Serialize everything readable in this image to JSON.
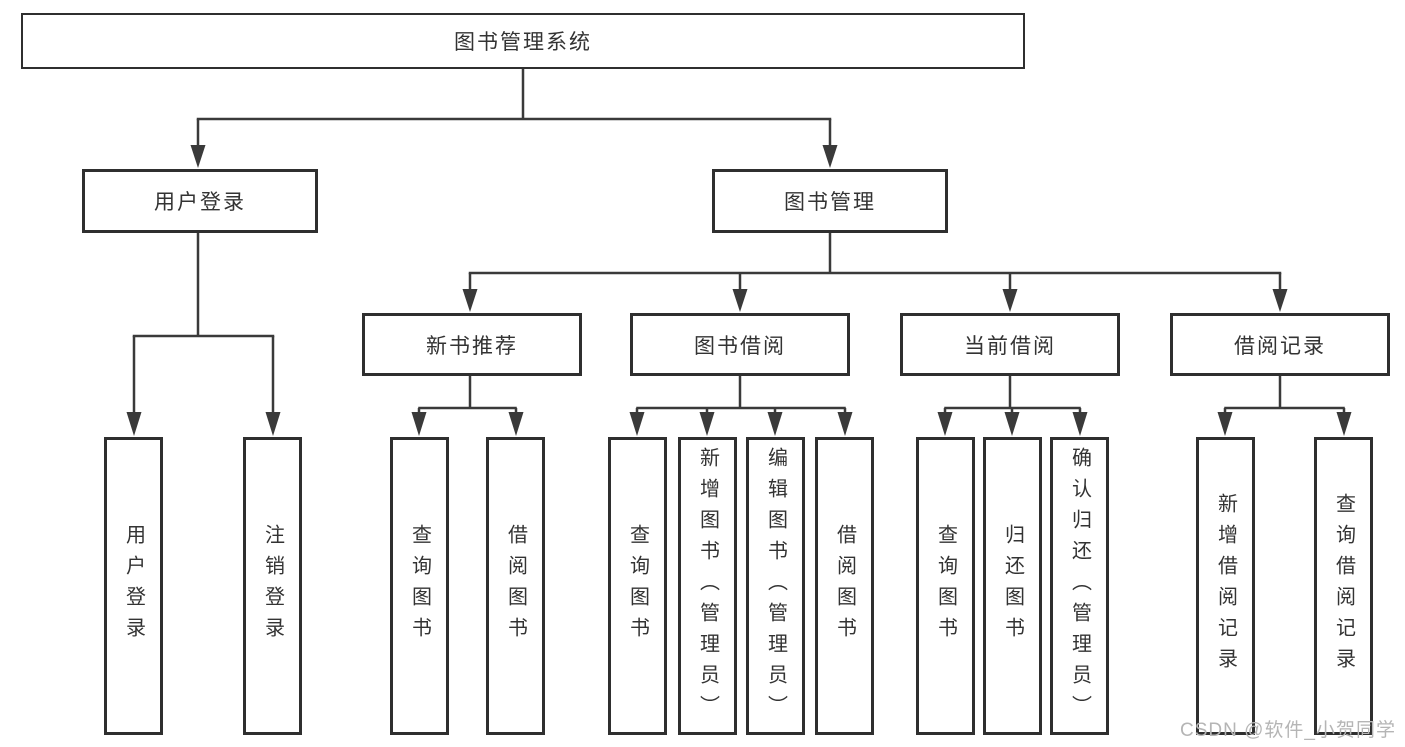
{
  "diagram": {
    "root": "图书管理系统",
    "user_login": {
      "label": "用户登录",
      "children": [
        "用户登录",
        "注销登录"
      ]
    },
    "book_mgmt": {
      "label": "图书管理",
      "sections": [
        {
          "label": "新书推荐",
          "children": [
            "查询图书",
            "借阅图书"
          ]
        },
        {
          "label": "图书借阅",
          "children": [
            "查询图书",
            "新增图书（管理员）",
            "编辑图书（管理员）",
            "借阅图书"
          ]
        },
        {
          "label": "当前借阅",
          "children": [
            "查询图书",
            "归还图书",
            "确认归还（管理员）"
          ]
        },
        {
          "label": "借阅记录",
          "children": [
            "新增借阅记录",
            "查询借阅记录"
          ]
        }
      ]
    }
  },
  "watermark": {
    "text": "CSDN @软件_小贺同学"
  },
  "colors": {
    "line": "#3a3a3a",
    "box_border": "#2f2f2f",
    "text": "#333333",
    "background": "#ffffff",
    "watermark": "#b5b5b5"
  }
}
